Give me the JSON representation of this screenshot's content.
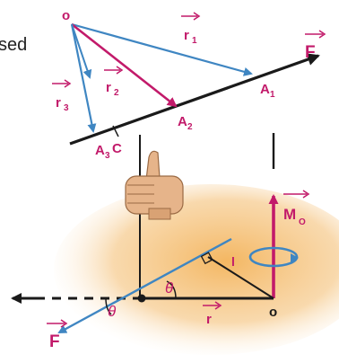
{
  "fragment_text": "sed",
  "origin_top": "o",
  "origin_bottom": "o",
  "force_top": "F",
  "force_bottom": "F",
  "r1": "r",
  "r1_sub": "1",
  "r2": "r",
  "r2_sub": "2",
  "r3": "r",
  "r3_sub": "3",
  "A1": "A",
  "A1_sub": "1",
  "A2": "A",
  "A2_sub": "2",
  "A3": "A",
  "A3_sub": "3",
  "C": "C",
  "moment": "M",
  "moment_sub": "O",
  "r_vec": "r",
  "perp_l": "l",
  "theta_left": "θ",
  "theta_right": "θ",
  "colors": {
    "blue": "#3f86c2",
    "magenta": "#c21a6a",
    "black": "#1a1a1a",
    "disc": "#f3b35a",
    "hand": "#e6b48a"
  }
}
